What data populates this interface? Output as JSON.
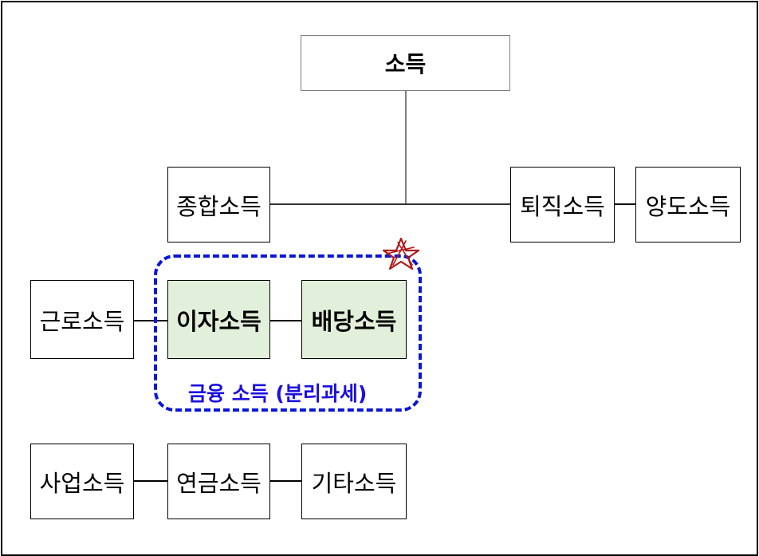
{
  "root": "소득",
  "comprehensive": "종합소득",
  "retirement": "퇴직소득",
  "transfer": "양도소득",
  "earned": "근로소득",
  "interest": "이자소득",
  "dividend": "배당소득",
  "financial_caption": "금융 소득 (분리과세)",
  "business": "사업소득",
  "pension": "연금소득",
  "other": "기타소득",
  "colors": {
    "financial_fill": "#e2efda",
    "group_border": "#0a16d8",
    "star": "#b01818"
  },
  "icons": {
    "mark": "star-icon"
  }
}
